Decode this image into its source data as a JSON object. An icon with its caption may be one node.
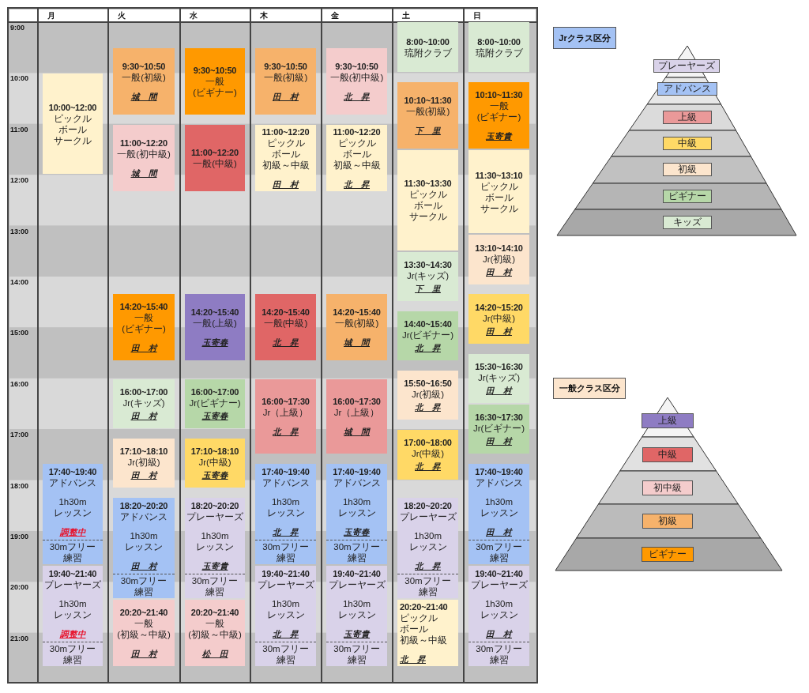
{
  "diagram": {
    "nodes": [
      {
        "text": [
          "10:00~12:00",
          "ピックル",
          "ボール",
          "サークル"
        ]
      },
      {
        "text": [
          "17:40~19:40",
          "アドバンス",
          "1h30m",
          "レッスン",
          "調整中",
          "30mフリー",
          "練習"
        ]
      },
      {
        "text": [
          "19:40~21:40",
          "プレーヤーズ",
          "1h30m",
          "レッスン",
          "調整中",
          "30mフリー",
          "練習"
        ]
      },
      {
        "text": [
          "9:30~10:50",
          "一般(初級)",
          "城　間"
        ]
      },
      {
        "text": [
          "11:00~12:20",
          "一般(初中級)",
          "城　間"
        ]
      },
      {
        "text": [
          "14:20~15:40",
          "一般",
          "(ビギナー)",
          "田　村"
        ]
      },
      {
        "text": [
          "16:00~17:00",
          "Jr(キッズ)",
          "田　村"
        ]
      },
      {
        "text": [
          "17:10~18:10",
          "Jr(初級)",
          "田　村"
        ]
      },
      {
        "text": [
          "18:20~20:20",
          "アドバンス",
          "1h30m",
          "レッスン",
          "田　村",
          "30mフリー",
          "練習"
        ]
      },
      {
        "text": [
          "20:20~21:40",
          "一般",
          "(初級～中級)",
          "田　村"
        ]
      },
      {
        "text": [
          "9:30~10:50",
          "一般",
          "(ビギナー)"
        ]
      },
      {
        "text": [
          "11:00~12:20",
          "一般(中級)"
        ]
      },
      {
        "text": [
          "14:20~15:40",
          "一般(上級)",
          "玉寄春"
        ]
      },
      {
        "text": [
          "16:00~17:00",
          "Jr(ビギナー)",
          "玉寄春"
        ]
      },
      {
        "text": [
          "17:10~18:10",
          "Jr(中級)",
          "玉寄春"
        ]
      },
      {
        "text": [
          "18:20~20:20",
          "プレーヤーズ",
          "1h30m",
          "レッスン",
          "玉寄貴",
          "30mフリー",
          "練習"
        ]
      },
      {
        "text": [
          "20:20~21:40",
          "一般",
          "(初級～中級)",
          "松　田"
        ]
      },
      {
        "text": [
          "9:30~10:50",
          "一般(初級)",
          "田　村"
        ]
      },
      {
        "text": [
          "11:00~12:20",
          "ピックル",
          "ボール",
          "初級～中級",
          "田　村"
        ]
      },
      {
        "text": [
          "14:20~15:40",
          "一般(中級)",
          "北　昇"
        ]
      },
      {
        "text": [
          "16:00~17:30",
          "Jr（上級）",
          "北　昇"
        ]
      },
      {
        "text": [
          "17:40~19:40",
          "アドバンス",
          "1h30m",
          "レッスン",
          "北　昇",
          "30mフリー",
          "練習"
        ]
      },
      {
        "text": [
          "19:40~21:40",
          "プレーヤーズ",
          "1h30m",
          "レッスン",
          "北　昇",
          "30mフリー",
          "練習"
        ]
      },
      {
        "text": [
          "9:30~10:50",
          "一般(初中級)",
          "北　昇"
        ]
      },
      {
        "text": [
          "11:00~12:20",
          "ピックル",
          "ボール",
          "初級～中級",
          "北　昇"
        ]
      },
      {
        "text": [
          "14:20~15:40",
          "一般(初級)",
          "城　間"
        ]
      },
      {
        "text": [
          "16:00~17:30",
          "Jr（上級）",
          "城　間"
        ]
      },
      {
        "text": [
          "17:40~19:40",
          "アドバンス",
          "1h30m",
          "レッスン",
          "玉寄春",
          "30mフリー",
          "練習"
        ]
      },
      {
        "text": [
          "19:40~21:40",
          "プレーヤーズ",
          "1h30m",
          "レッスン",
          "玉寄貴",
          "30mフリー",
          "練習"
        ]
      },
      {
        "text": [
          "8:00~10:00",
          "琉附クラブ"
        ]
      },
      {
        "text": [
          "10:10~11:30",
          "一般(初級)",
          "下　里"
        ]
      },
      {
        "text": [
          "11:30~13:30",
          "ピックル",
          "ボール",
          "サークル"
        ]
      },
      {
        "text": [
          "13:30~14:30",
          "Jr(キッズ)",
          "下　里"
        ]
      },
      {
        "text": [
          "14:40~15:40",
          "Jr(ビギナー)",
          "北　昇"
        ]
      },
      {
        "text": [
          "15:50~16:50",
          "Jr(初級)",
          "北　昇"
        ]
      },
      {
        "text": [
          "17:00~18:00",
          "Jr(中級)",
          "北　昇"
        ]
      },
      {
        "text": [
          "18:20~20:20",
          "プレーヤーズ",
          "1h30m",
          "レッスン",
          "北　昇",
          "30mフリー",
          "練習"
        ]
      },
      {
        "text": [
          "20:20~21:40",
          "ピックル",
          "ボール",
          "初級～中級",
          "北　昇"
        ]
      },
      {
        "text": [
          "8:00~10:00",
          "琉附クラブ"
        ]
      },
      {
        "text": [
          "10:10~11:30",
          "一般",
          "(ビギナー)",
          "玉寄貴"
        ]
      },
      {
        "text": [
          "11:30~13:10",
          "ピックル",
          "ボール",
          "サークル"
        ]
      },
      {
        "text": [
          "13:10~14:10",
          "Jr(初級)",
          "田　村"
        ]
      },
      {
        "text": [
          "14:20~15:20",
          "Jr(中級)",
          "田　村"
        ]
      },
      {
        "text": [
          "15:30~16:30",
          "Jr(キッズ)",
          "田　村"
        ]
      },
      {
        "text": [
          "16:30~17:30",
          "Jr(ビギナー)",
          "田　村"
        ]
      },
      {
        "text": [
          "17:40~19:40",
          "アドバンス",
          "1h30m",
          "レッスン",
          "田　村",
          "30mフリー",
          "練習"
        ]
      },
      {
        "text": [
          "19:40~21:40",
          "プレーヤーズ",
          "1h30m",
          "レッスン",
          "田　村",
          "30mフリー",
          "練習"
        ]
      }
    ],
    "labels": [
      "月",
      "火",
      "水",
      "木",
      "金",
      "土",
      "日",
      "9:00",
      "10:00",
      "11:00",
      "12:00",
      "13:00",
      "14:00",
      "15:00",
      "16:00",
      "17:00",
      "18:00",
      "19:00",
      "20:00",
      "21:00",
      "Jrクラス区分",
      "一般クラス区分"
    ],
    "legend": [
      {
        "text": "プレーヤーズ",
        "color": "#d9d2e9"
      },
      {
        "text": "アドバンス",
        "color": "#a4c2f4"
      },
      {
        "text": "上級",
        "color": "#ea9999"
      },
      {
        "text": "中級",
        "color": "#ffd966"
      },
      {
        "text": "初級",
        "color": "#fce5cd"
      },
      {
        "text": "ビギナー",
        "color": "#b6d7a8"
      },
      {
        "text": "キッズ",
        "color": "#d9ead3"
      },
      {
        "text": "上級",
        "color": "#8e7cc3"
      },
      {
        "text": "中級",
        "color": "#e06666"
      },
      {
        "text": "初中級",
        "color": "#f4cccc"
      },
      {
        "text": "初級",
        "color": "#f6b26b"
      },
      {
        "text": "ビギナー",
        "color": "#ff9900"
      }
    ]
  }
}
